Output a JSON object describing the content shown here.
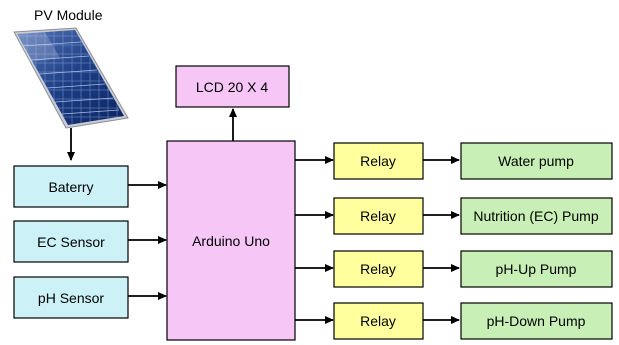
{
  "pv": {
    "label": "PV Module"
  },
  "lcd": {
    "label": "LCD 20 X 4"
  },
  "controller": {
    "label": "Arduino Uno"
  },
  "inputs": [
    {
      "label": "Baterry"
    },
    {
      "label": "EC Sensor"
    },
    {
      "label": "pH Sensor"
    }
  ],
  "outputs": [
    {
      "relay": "Relay",
      "device": "Water pump"
    },
    {
      "relay": "Relay",
      "device": "Nutrition (EC) Pump"
    },
    {
      "relay": "Relay",
      "device": "pH-Up Pump"
    },
    {
      "relay": "Relay",
      "device": "pH-Down Pump"
    }
  ],
  "colors": {
    "input_fill": "#ccf2f7",
    "controller_fill": "#f6c6f6",
    "relay_fill": "#ffff9e",
    "pump_fill": "#c8f0b6"
  }
}
